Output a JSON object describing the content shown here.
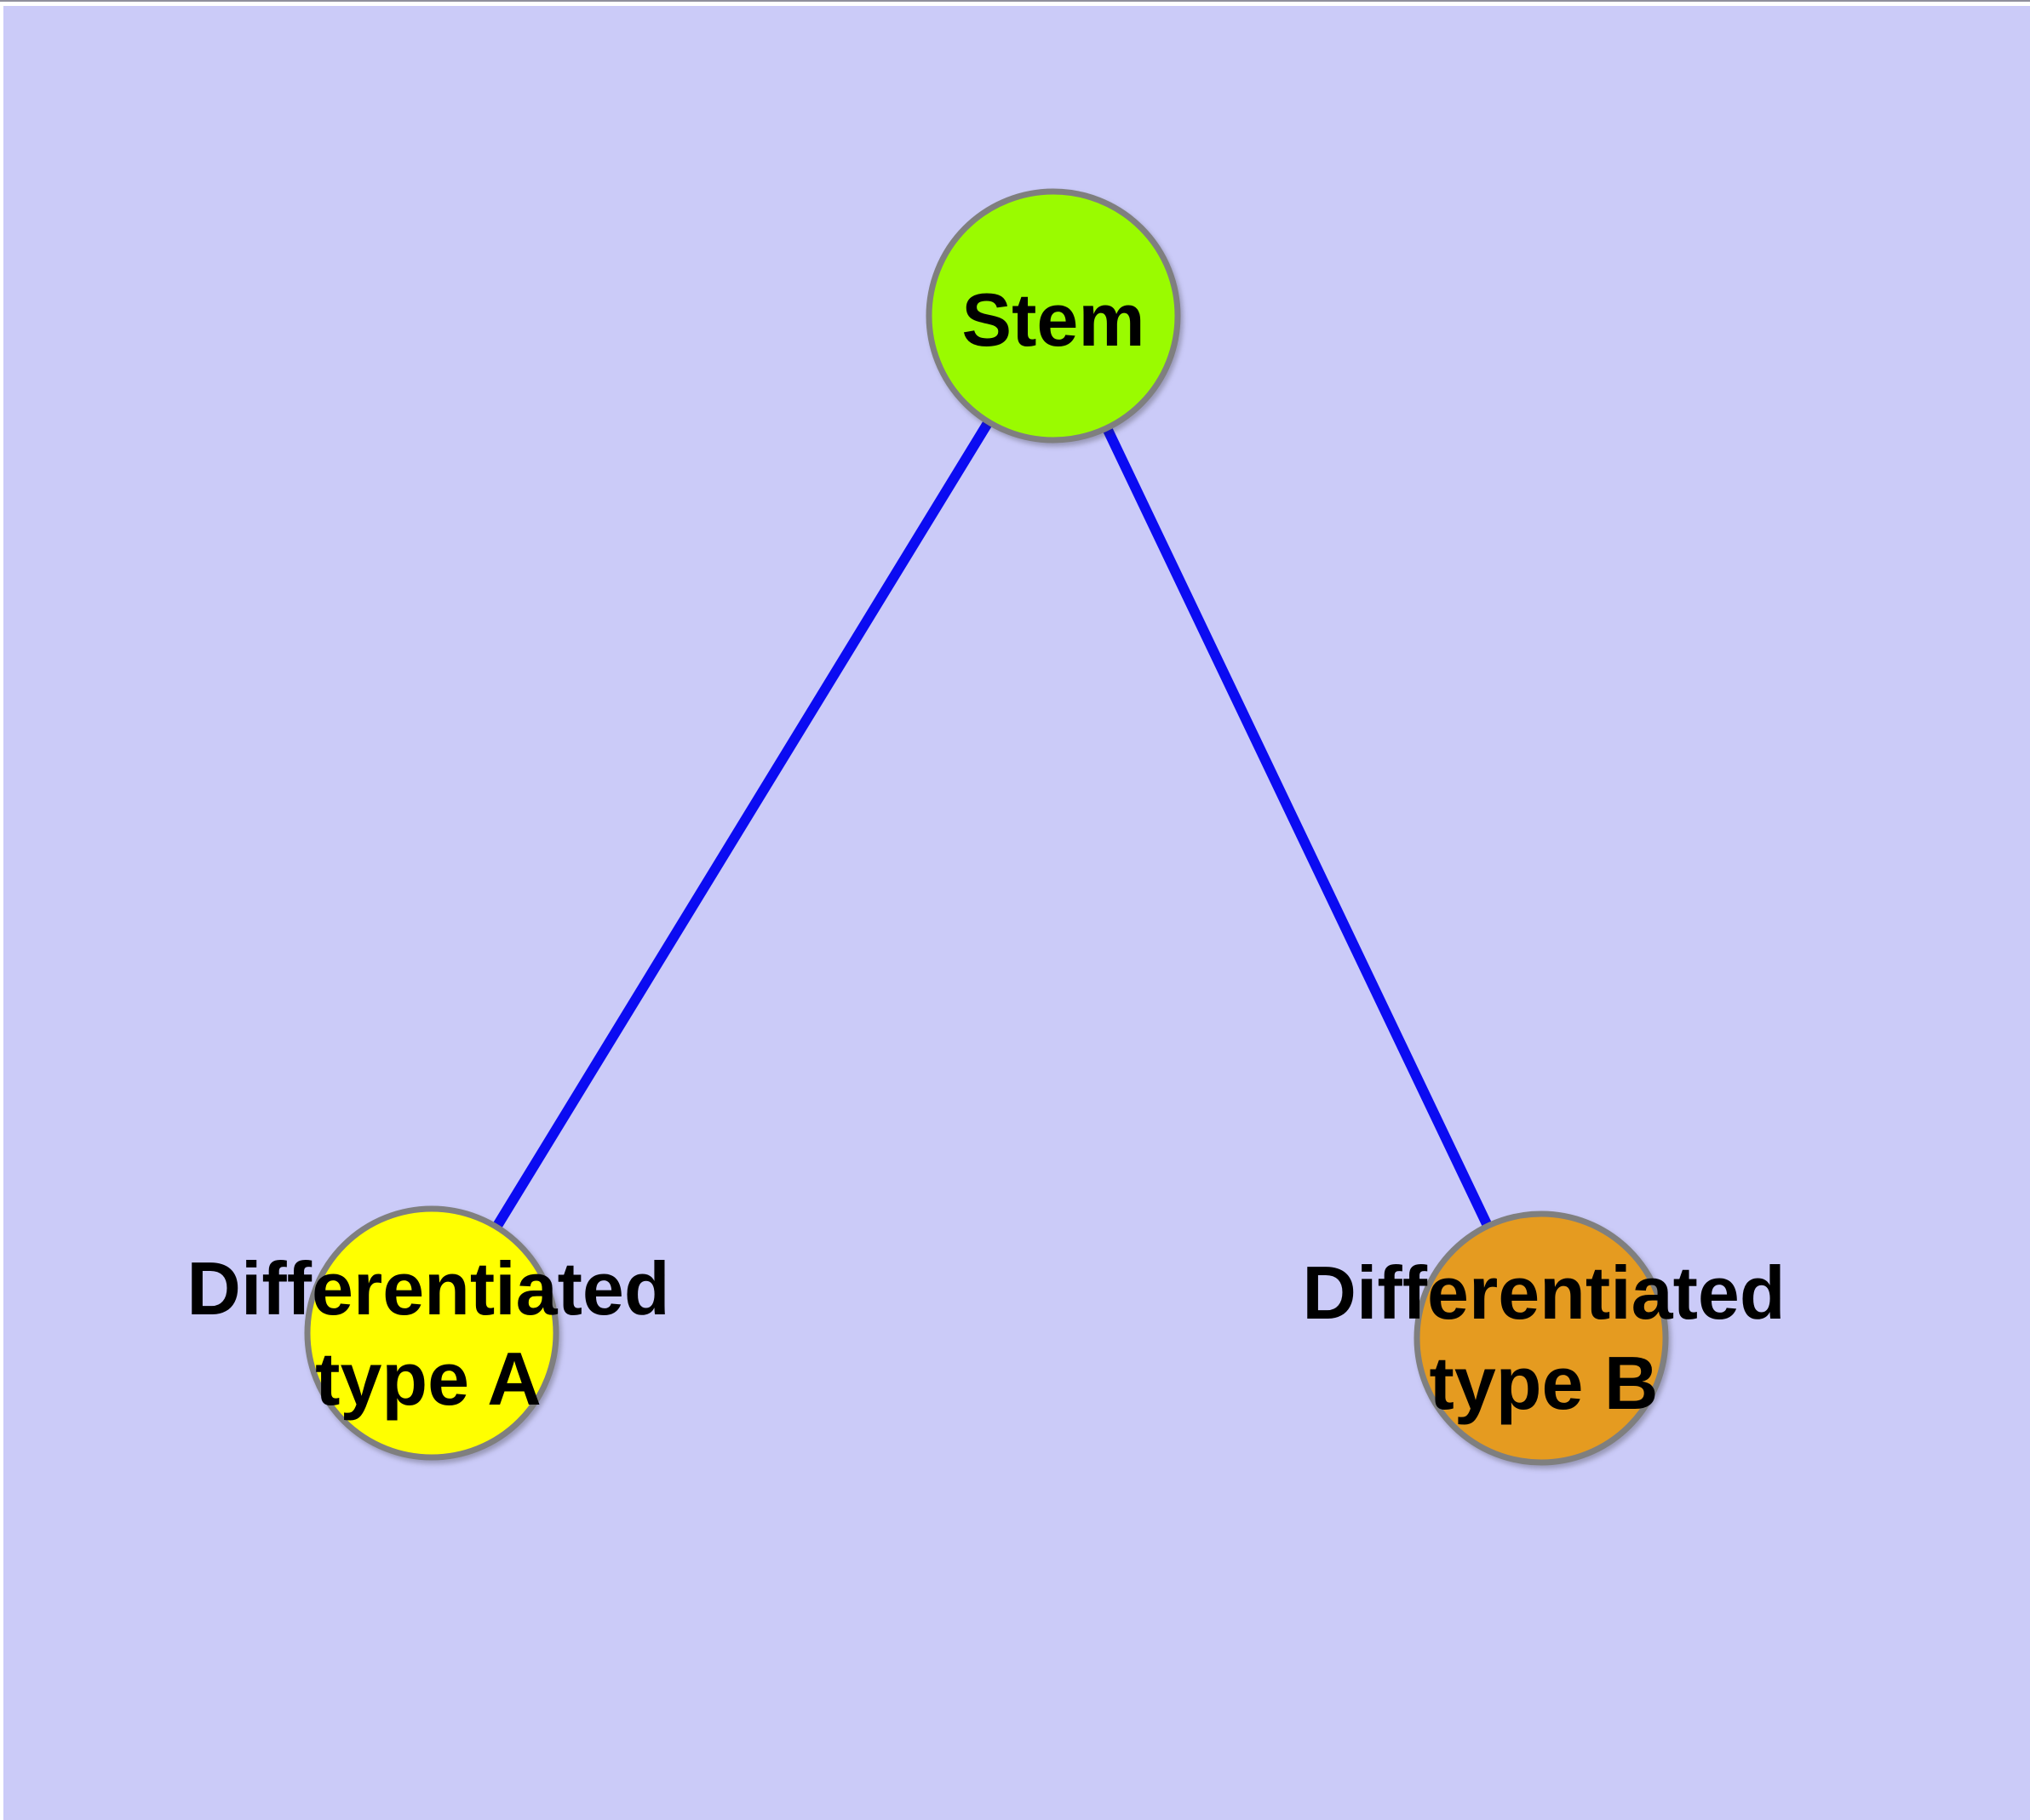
{
  "diagram": {
    "background_color": "#cbcbf8",
    "frame_color": "#ffffff",
    "top_edge_color": "#8f8f9c",
    "edge_color": "#0b0bf2",
    "node_border_color": "#7f7f7f",
    "label_color": "#000000",
    "nodes": [
      {
        "id": "stem",
        "label": "Stem",
        "lines": [
          "Stem"
        ],
        "fill_color": "#9afb00"
      },
      {
        "id": "differentiated-type-a",
        "label": "Differentiated type A",
        "lines": [
          "Differentiated",
          "type A"
        ],
        "fill_color": "#ffff00"
      },
      {
        "id": "differentiated-type-b",
        "label": "Differentiated type B",
        "lines": [
          "Differentiated",
          "type B"
        ],
        "fill_color": "#e59b20"
      }
    ],
    "edges": [
      {
        "from": "Stem",
        "to": "Differentiated type A"
      },
      {
        "from": "Stem",
        "to": "Differentiated type B"
      }
    ]
  }
}
